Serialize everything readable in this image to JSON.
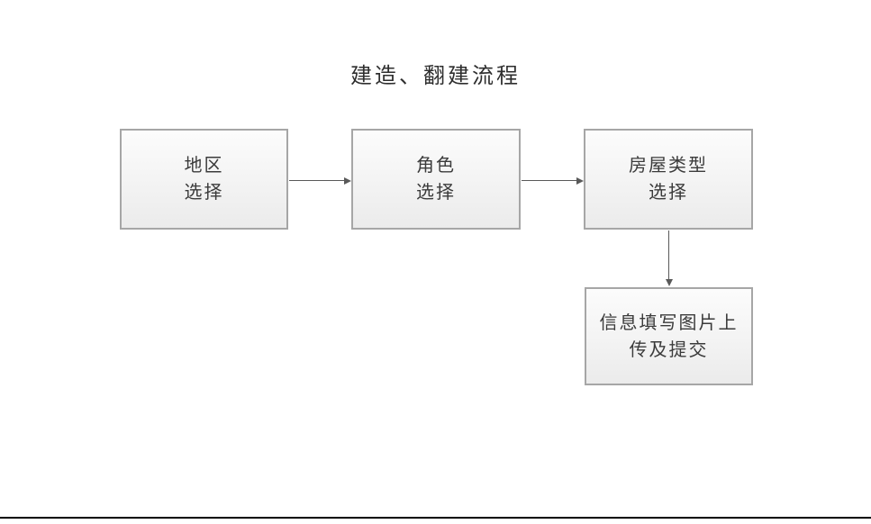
{
  "title": "建造、翻建流程",
  "diagram": {
    "nodes": [
      {
        "id": "region-select",
        "label": "地区选择",
        "line1": "地区",
        "line2": "选择"
      },
      {
        "id": "role-select",
        "label": "角色选择",
        "line1": "角色",
        "line2": "选择"
      },
      {
        "id": "house-type-select",
        "label": "房屋类型选择",
        "line1": "房屋类型",
        "line2": "选择"
      },
      {
        "id": "info-upload-submit",
        "label": "信息填写图片上传及提交",
        "line1": "信息填写图片上",
        "line2": "传及提交"
      }
    ],
    "edges": [
      {
        "from": "region-select",
        "to": "role-select",
        "direction": "right"
      },
      {
        "from": "role-select",
        "to": "house-type-select",
        "direction": "right"
      },
      {
        "from": "house-type-select",
        "to": "info-upload-submit",
        "direction": "down"
      }
    ]
  },
  "colors": {
    "background": "#ffffff",
    "node_border": "#a6a6a6",
    "node_fill_top": "#fcfcfc",
    "node_fill_bottom": "#ebebeb",
    "node_text": "#3b3b3b",
    "title_text": "#2e2e2e",
    "arrow": "#595959",
    "bottom_rule": "#000000"
  }
}
